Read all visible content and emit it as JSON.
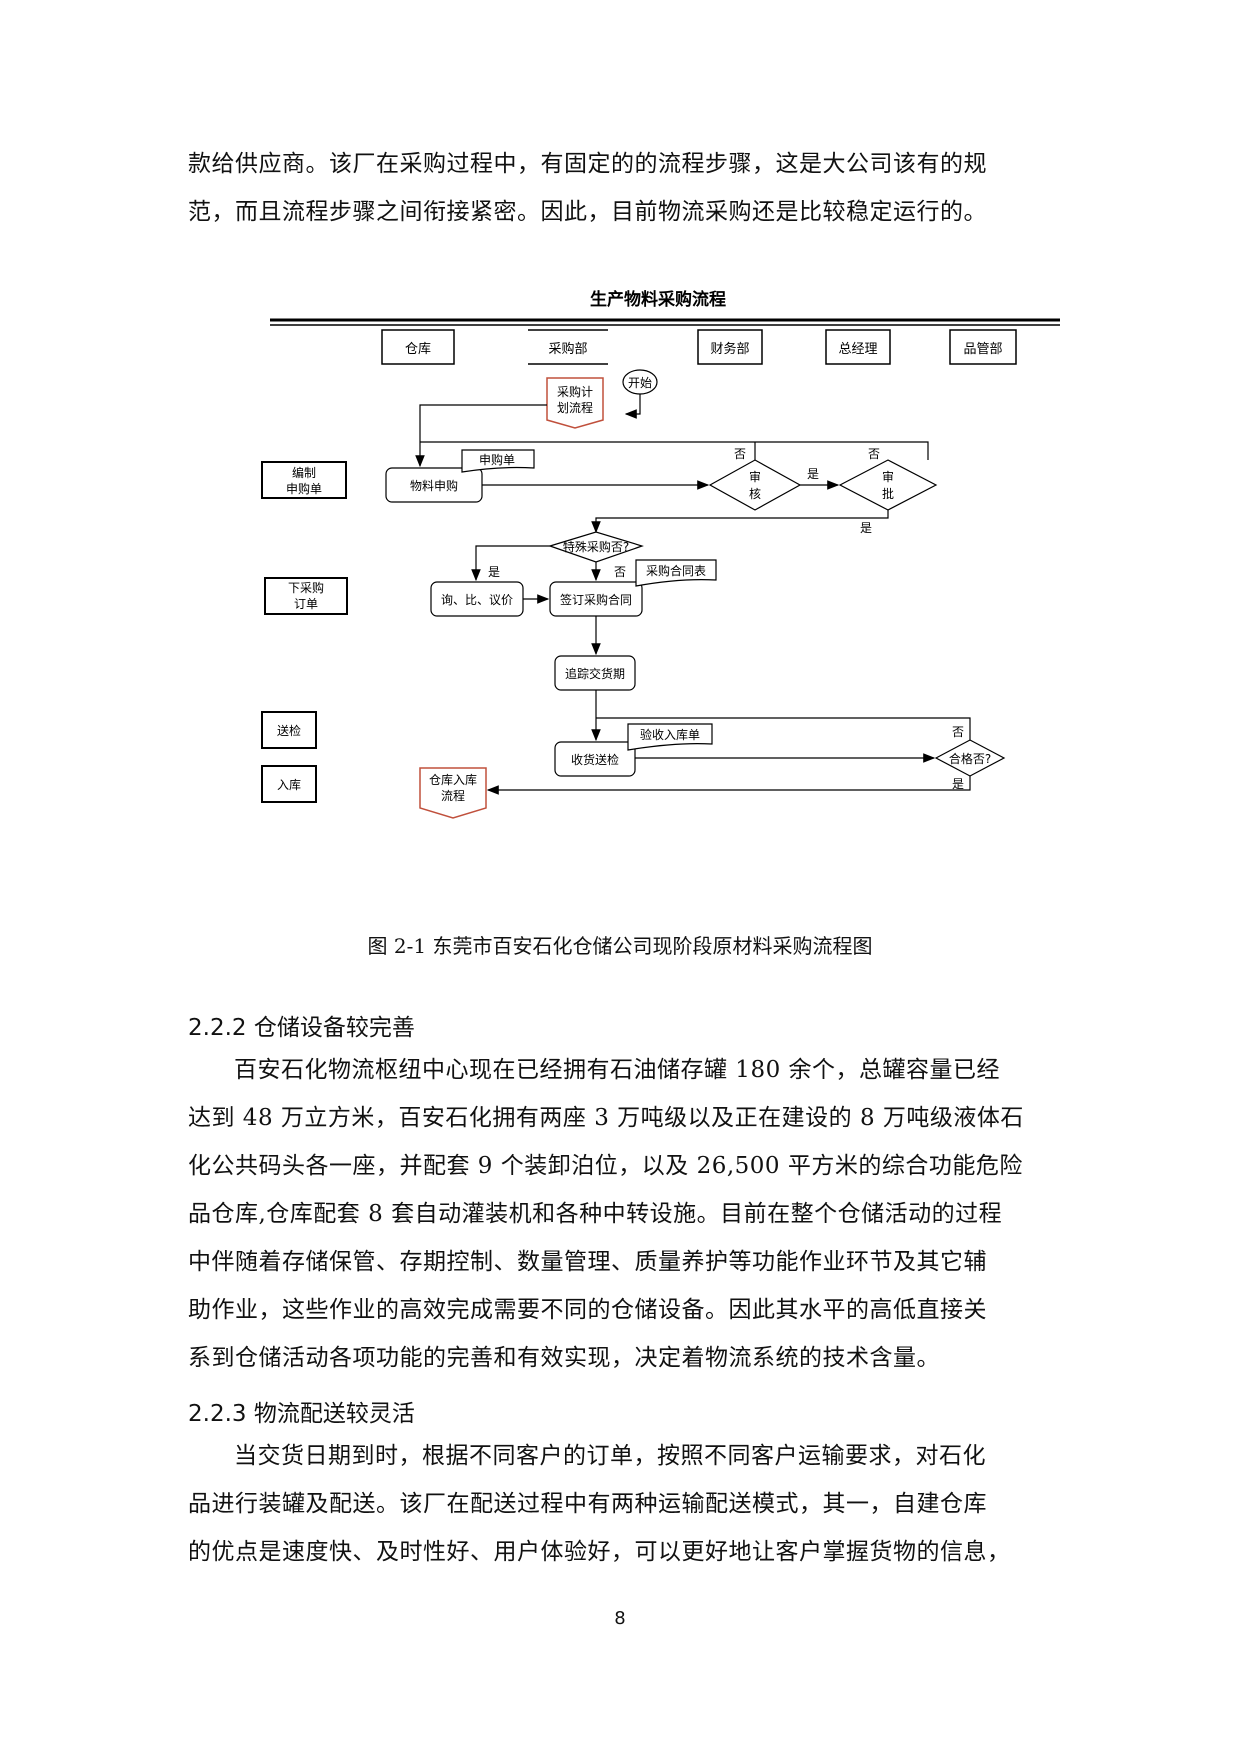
{
  "intro": {
    "lines": [
      "款给供应商。该厂在采购过程中，有固定的的流程步骤，这是大公司该有的规",
      "范，而且流程步骤之间衔接紧密。因此，目前物流采购还是比较稳定运行的。"
    ]
  },
  "diagram": {
    "title": "生产物料采购流程",
    "departments": [
      "仓库",
      "采购部",
      "财务部",
      "总经理",
      "品管部"
    ],
    "stages": [
      "编制\n申购单",
      "下采购\n订单",
      "送检",
      "入库"
    ],
    "stage_lines": [
      [
        "编制",
        "申购单"
      ],
      [
        "下采购",
        "订单"
      ],
      [
        "送检"
      ],
      [
        "入库"
      ]
    ],
    "start": "开始",
    "plan_process": [
      "采购计",
      "划流程"
    ],
    "material_request": "物料申购",
    "request_doc": "申购单",
    "review": [
      "审",
      "核"
    ],
    "approve": [
      "审",
      "批"
    ],
    "special_decision": "特殊采购否?",
    "inquiry": "询、比、议价",
    "sign_contract": "签订采购合同",
    "contract_doc": "采购合同表",
    "track_delivery": "追踪交货期",
    "receive_inspect": "收货送检",
    "inspect_doc": "验收入库单",
    "qualified_decision": "合格否?",
    "warehouse_process": [
      "仓库入库",
      "流程"
    ],
    "yes": "是",
    "no": "否"
  },
  "caption": "图 2-1  东莞市百安石化仓储公司现阶段原材料采购流程图",
  "section_222": {
    "heading": "2.2.2 仓储设备较完善",
    "lines": [
      "百安石化物流枢纽中心现在已经拥有石油储存罐 180 余个，总罐容量已经",
      "达到 48 万立方米，百安石化拥有两座 3 万吨级以及正在建设的 8 万吨级液体石",
      "化公共码头各一座，并配套 9 个装卸泊位，以及 26,500 平方米的综合功能危险",
      "品仓库,仓库配套 8 套自动灌装机和各种中转设施。目前在整个仓储活动的过程",
      "中伴随着存储保管、存期控制、数量管理、质量养护等功能作业环节及其它辅",
      "助作业，这些作业的高效完成需要不同的仓储设备。因此其水平的高低直接关",
      "系到仓储活动各项功能的完善和有效实现，决定着物流系统的技术含量。"
    ]
  },
  "section_223": {
    "heading": "2.2.3 物流配送较灵活",
    "lines": [
      "当交货日期到时，根据不同客户的订单，按照不同客户运输要求，对石化",
      "品进行装罐及配送。该厂在配送过程中有两种运输配送模式，其一，自建仓库",
      "的优点是速度快、及时性好、用户体验好，可以更好地让客户掌握货物的信息，"
    ]
  },
  "page_number": "8",
  "colors": {
    "text": "#111111",
    "offpage_border": "#c0503c"
  }
}
